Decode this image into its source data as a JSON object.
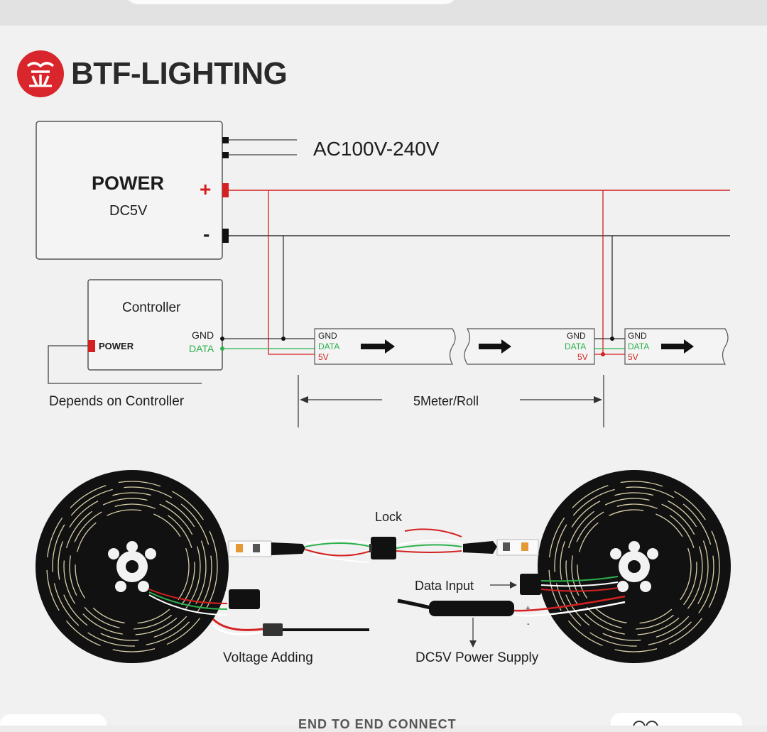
{
  "brand": {
    "name": "BTF-LIGHTING"
  },
  "power_box": {
    "title": "POWER",
    "subtitle": "DC5V",
    "plus": "+",
    "minus": "-"
  },
  "ac_label": "AC100V-240V",
  "controller": {
    "title": "Controller",
    "gnd": "GND",
    "data": "DATA",
    "power": "POWER"
  },
  "depends_label": "Depends on Controller",
  "strip_pins": {
    "gnd": "GND",
    "data": "DATA",
    "v5": "5V"
  },
  "length_label": "5Meter/Roll",
  "photo_labels": {
    "lock": "Lock",
    "data_input": "Data Input",
    "voltage_adding": "Voltage Adding",
    "dc5v_power_supply": "DC5V Power Supply"
  },
  "footer_text": "END TO END CONNECT",
  "colors": {
    "positive": "#d42020",
    "negative": "#222222",
    "data": "#2bb24c",
    "brand_red": "#d8262c"
  }
}
